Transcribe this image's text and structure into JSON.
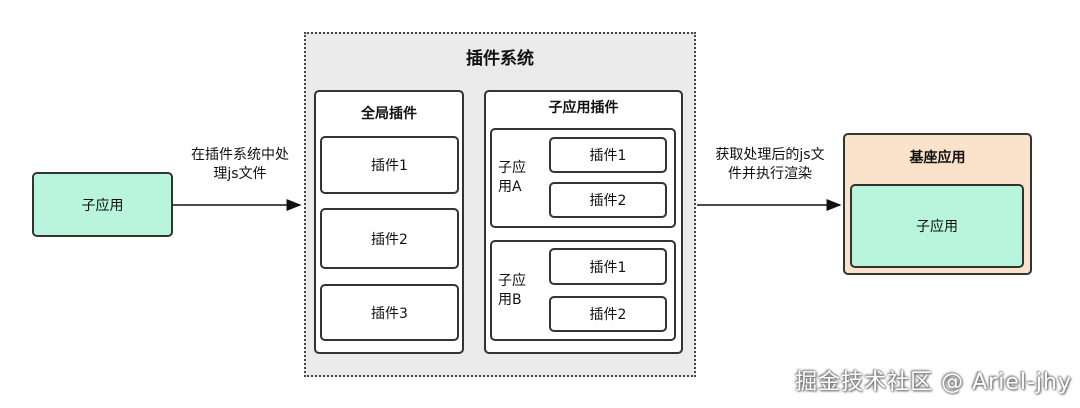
{
  "diagram": {
    "left_app": "子应用",
    "left_edge_label_line1": "在插件系统中处",
    "left_edge_label_line2": "理js文件",
    "plugin_system": {
      "title": "插件系统",
      "global_plugins": {
        "title": "全局插件",
        "items": [
          "插件1",
          "插件2",
          "插件3"
        ]
      },
      "sub_app_plugins": {
        "title": "子应用插件",
        "groups": [
          {
            "name_line1": "子应",
            "name_line2": "用A",
            "items": [
              "插件1",
              "插件2"
            ]
          },
          {
            "name_line1": "子应",
            "name_line2": "用B",
            "items": [
              "插件1",
              "插件2"
            ]
          }
        ]
      }
    },
    "right_edge_label_line1": "获取处理后的js文",
    "right_edge_label_line2": "件并执行渲染",
    "base_app": {
      "title": "基座应用",
      "inner": "子应用"
    },
    "colors": {
      "sub_app_fill": "#b8f5dc",
      "base_app_fill": "#fbe3cb",
      "plugin_system_fill": "#ebebeb",
      "border": "#333333"
    }
  },
  "watermark": "掘金技术社区 @ Ariel-jhy"
}
